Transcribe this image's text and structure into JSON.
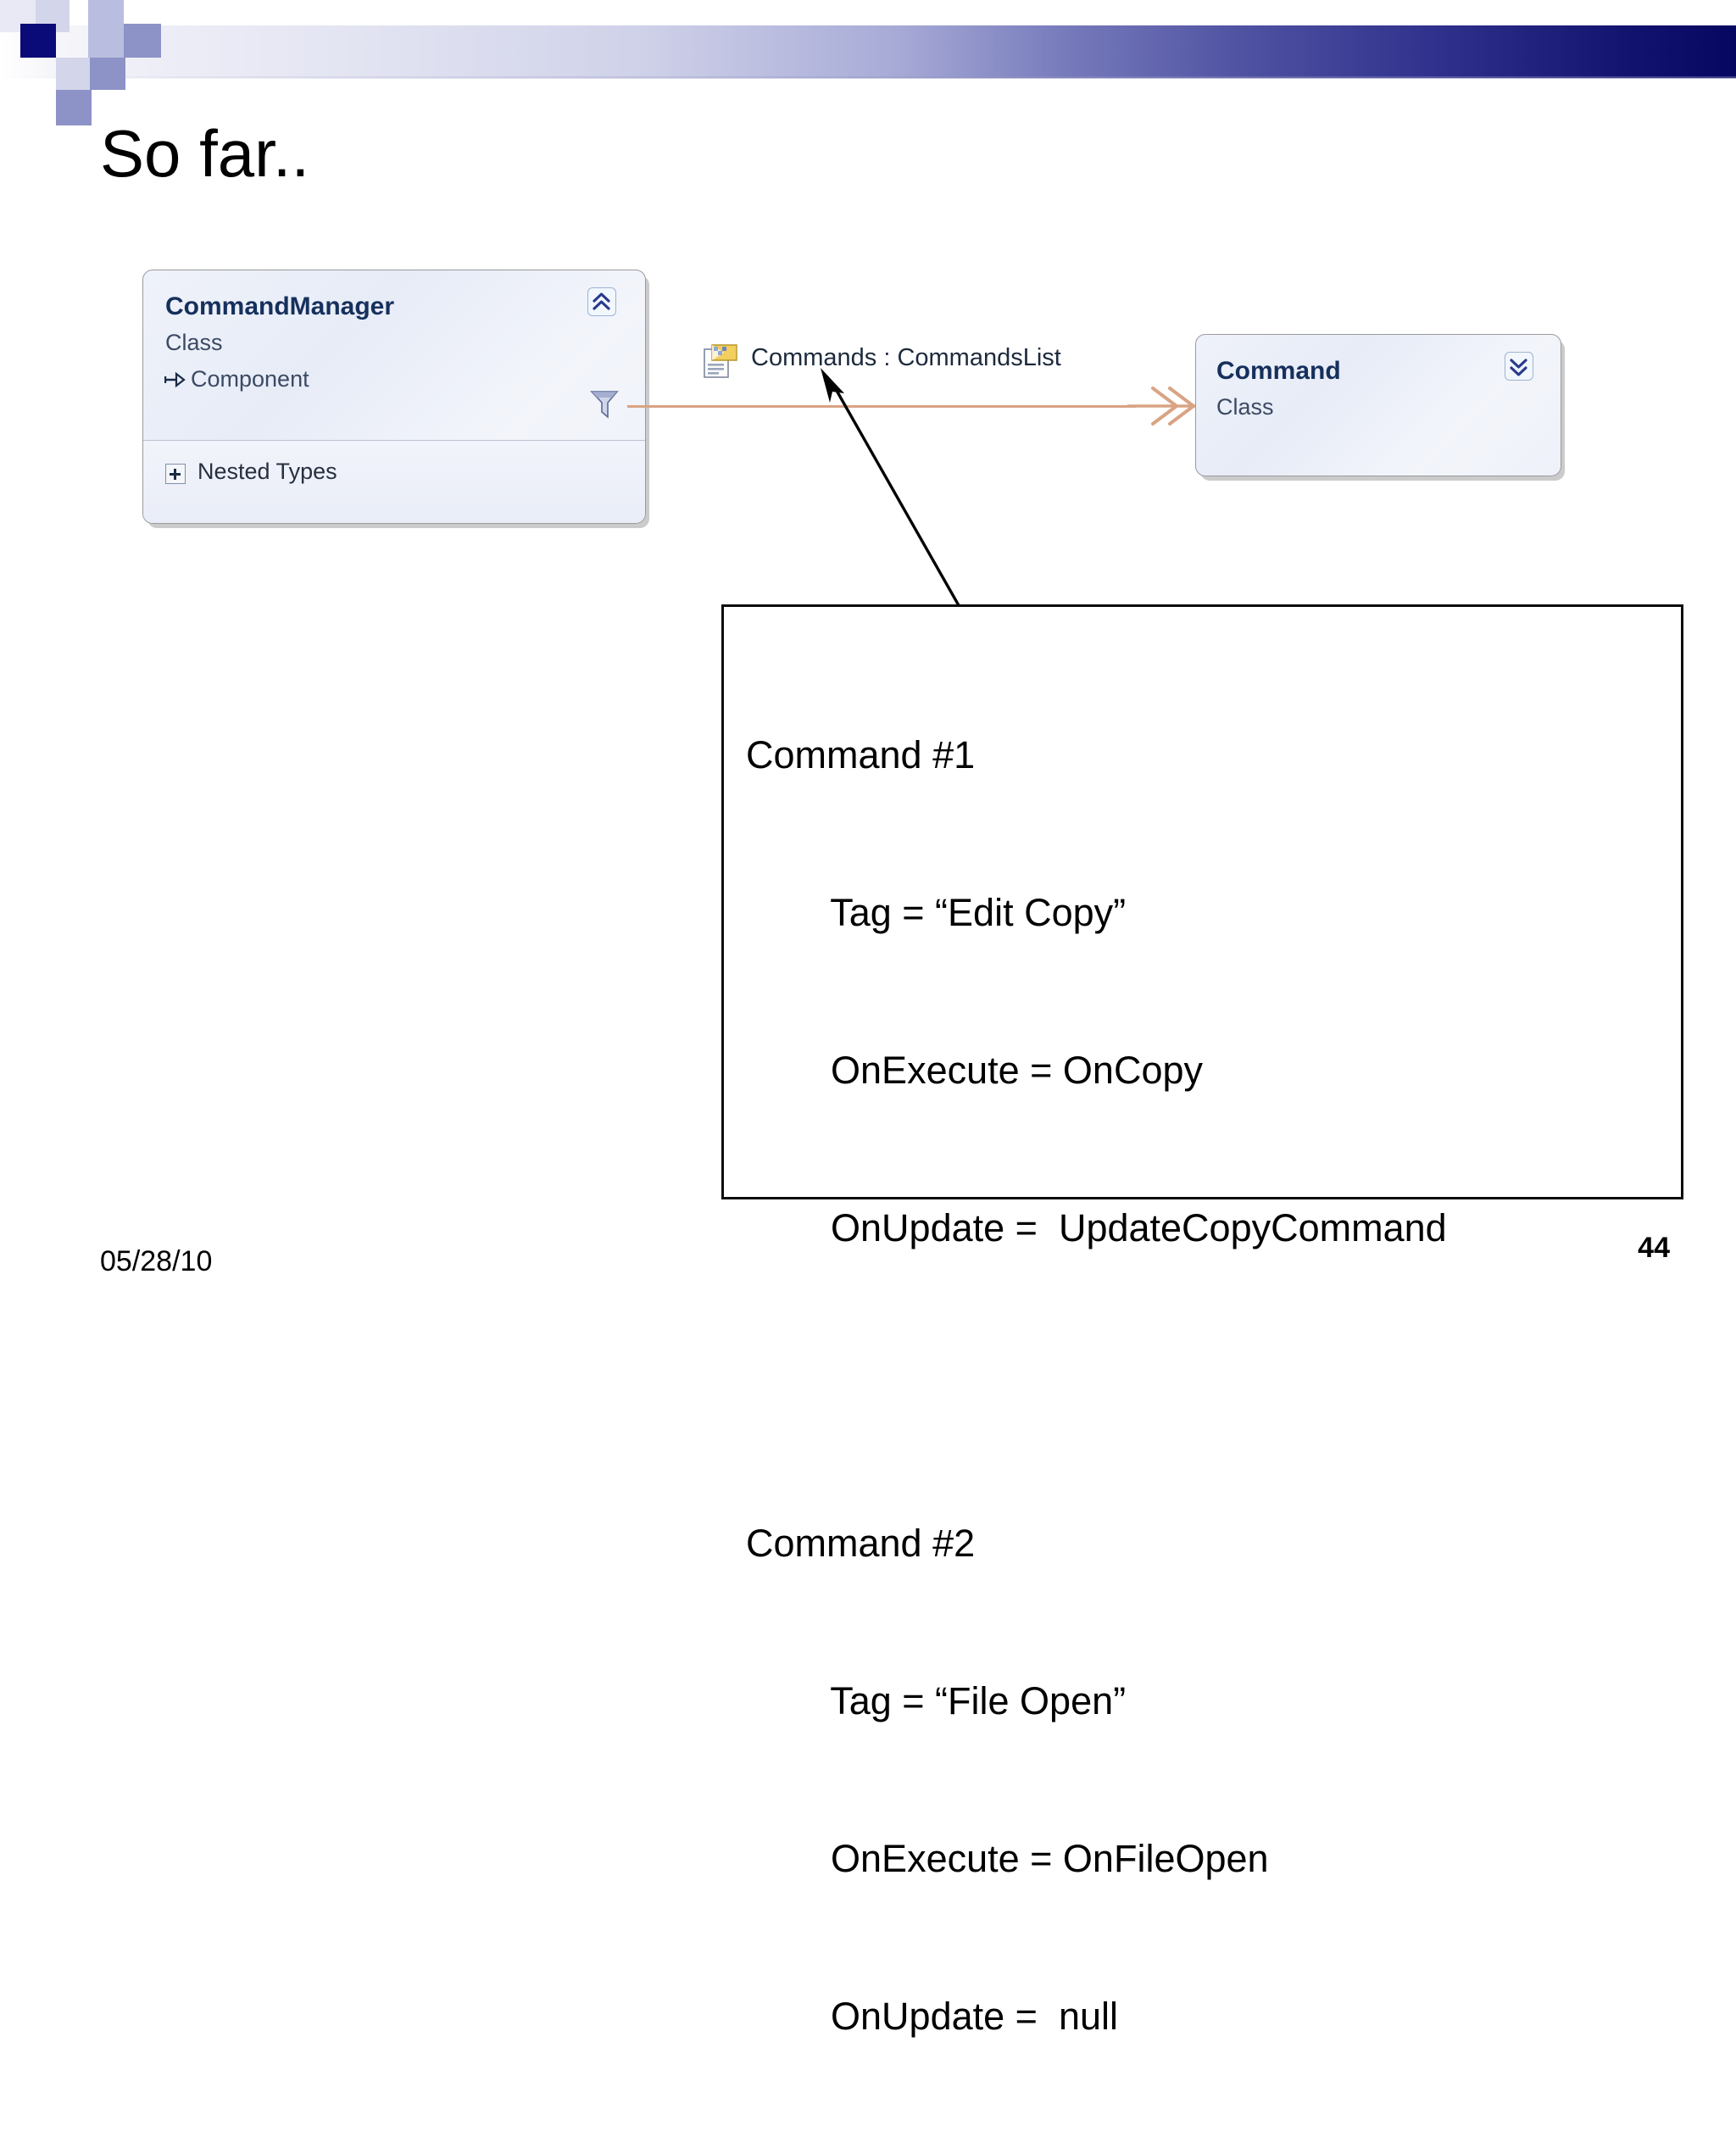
{
  "slide": {
    "title": "So far..",
    "footer_date": "05/28/10",
    "page_number": "44"
  },
  "diagram": {
    "classes": [
      {
        "name": "CommandManager",
        "kind": "Class",
        "base": "Component",
        "compartment": "Nested Types",
        "collapse_icon": "chevrons-up-icon",
        "filter_icon": "funnel-icon",
        "expand_icon": "plus-box-icon",
        "inherit_icon": "arrow-right-icon"
      },
      {
        "name": "Command",
        "kind": "Class",
        "expand_icon": "chevrons-down-icon"
      }
    ],
    "association": {
      "label": "Commands : CommandsList",
      "icon": "property-icon",
      "line_color": "#d9a384",
      "arrow": "double-chevron-arrow"
    }
  },
  "callout": {
    "lines": [
      "Command #1",
      "        Tag = “Edit Copy”",
      "        OnExecute = OnCopy",
      "        OnUpdate =  UpdateCopyCommand",
      "",
      "Command #2",
      "        Tag = “File Open”",
      "        OnExecute = OnFileOpen",
      "        OnUpdate =  null"
    ],
    "leader_arrow": "arrow-up-left-icon"
  },
  "theme": {
    "accent_navy": "#0a0a78",
    "accent_lavender": "#8d92c7",
    "uml_title_color": "#16305c",
    "association_color": "#d9a384"
  }
}
